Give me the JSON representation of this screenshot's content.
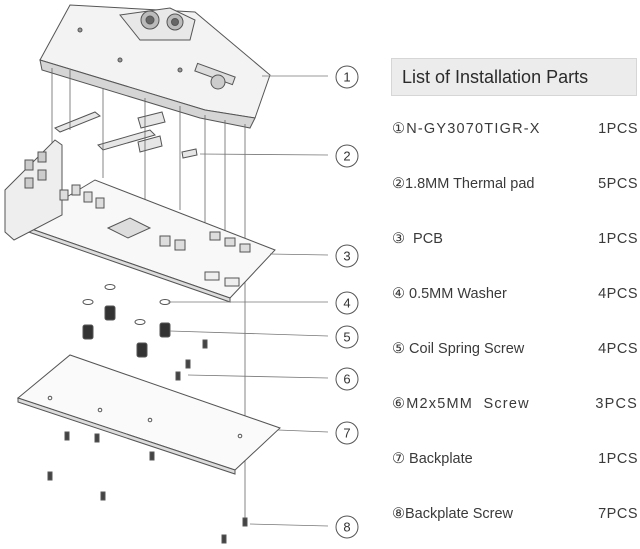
{
  "panel": {
    "title": "List of Installation Parts"
  },
  "parts": [
    {
      "name": "①N-GY3070TIGR-X",
      "qty": "1PCS"
    },
    {
      "name": "②1.8MM Thermal pad",
      "qty": "5PCS"
    },
    {
      "name": "③  PCB",
      "qty": "1PCS"
    },
    {
      "name": "④ 0.5MM Washer",
      "qty": "4PCS"
    },
    {
      "name": "⑤ Coil Spring Screw",
      "qty": "4PCS"
    },
    {
      "name": "⑥M2x5MM  Screw",
      "qty": "3PCS"
    },
    {
      "name": "⑦ Backplate",
      "qty": "1PCS"
    },
    {
      "name": "⑧Backplate Screw",
      "qty": "7PCS"
    }
  ],
  "callouts": [
    "1",
    "2",
    "3",
    "4",
    "5",
    "6",
    "7",
    "8"
  ],
  "colors": {
    "line": "#555555",
    "block_top": "#f2f2f2",
    "block_side": "#cfcfcf",
    "pcb": "#f7f7f7"
  }
}
